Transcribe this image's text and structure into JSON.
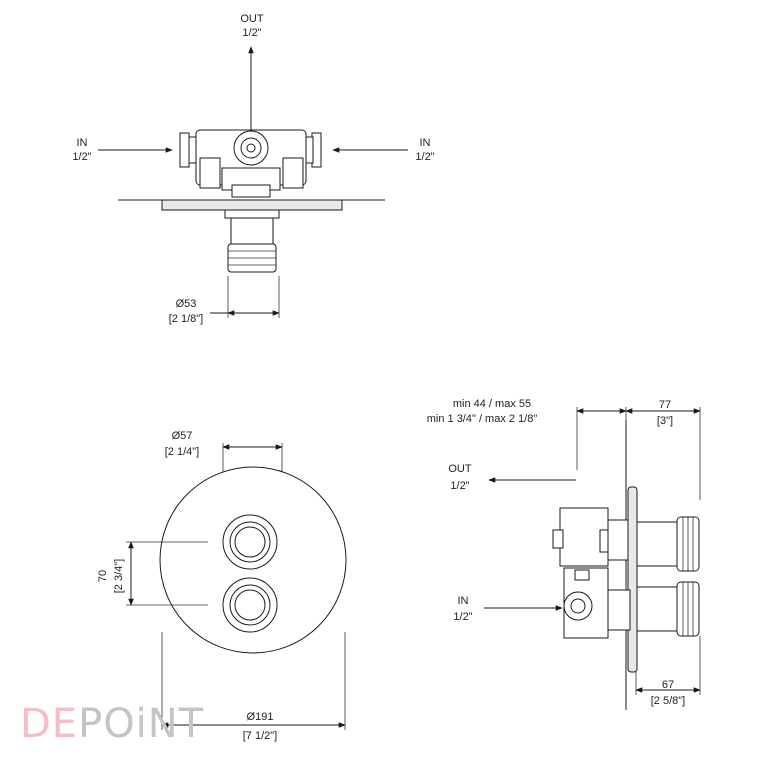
{
  "top_view": {
    "out_label": "OUT",
    "out_size": "1/2\"",
    "in_left_label": "IN",
    "in_left_size": "1/2\"",
    "in_right_label": "IN",
    "in_right_size": "1/2\"",
    "dia_mm": "Ø53",
    "dia_in": "[2 1/8\"]"
  },
  "front_view": {
    "knob_dia_mm": "Ø57",
    "knob_dia_in": "[2 1/4\"]",
    "spacing_mm": "70",
    "spacing_in": "[2 3/4\"]",
    "plate_dia_mm": "Ø191",
    "plate_dia_in": "[7 1/2\"]"
  },
  "side_view": {
    "depth_line1": "min 44  / max 55",
    "depth_line2": "min 1 3/4\" / max 2 1/8\"",
    "total_mm": "77",
    "total_in": "[3\"]",
    "out_label": "OUT",
    "out_size": "1/2\"",
    "in_label": "IN",
    "in_size": "1/2\"",
    "knob_mm": "67",
    "knob_in": "[2 5/8\"]"
  },
  "watermark": {
    "text": "DEPOiNT",
    "color_de": "#f2bfc6",
    "color_rest": "#c4c4c4"
  }
}
